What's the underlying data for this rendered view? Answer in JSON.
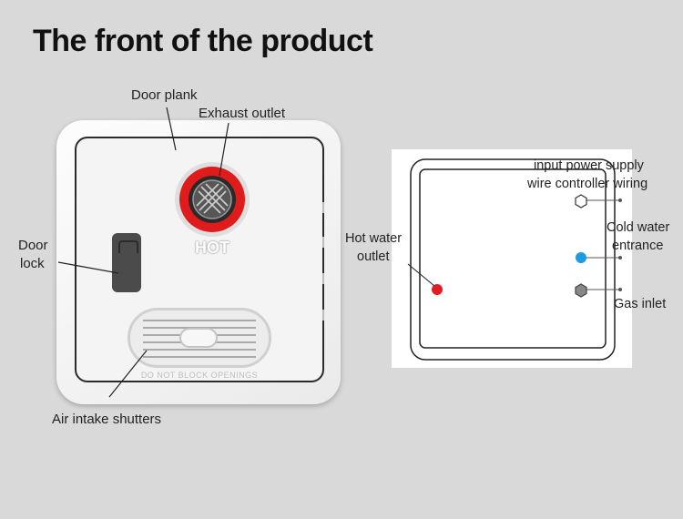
{
  "title": "The front of the product",
  "product": {
    "hot_label": "HOT",
    "warning_text": "DO NOT BLOCK OPENINGS",
    "colors": {
      "exhaust_ring": "#e01b1b",
      "lock": "#4b4b4b"
    }
  },
  "labels": {
    "door_plank": "Door plank",
    "exhaust_outlet": "Exhaust outlet",
    "door_lock_line1": "Door",
    "door_lock_line2": "lock",
    "air_intake": "Air intake shutters"
  },
  "schematic": {
    "input_power_line1": "input power supply",
    "input_power_line2": "wire controller wiring",
    "cold_water_line1": "Cold water",
    "cold_water_line2": "entrance",
    "hot_water_line1": "Hot water",
    "hot_water_line2": "outlet",
    "gas_inlet": "Gas inlet",
    "colors": {
      "hot": "#e31c24",
      "cold": "#1e9be0",
      "gas": "#888888"
    }
  }
}
